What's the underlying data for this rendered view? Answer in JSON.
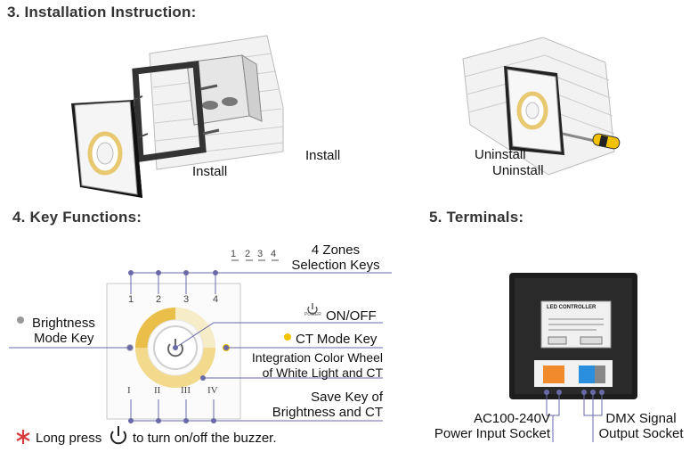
{
  "sections": {
    "installation": {
      "title": "3. Installation Instruction:"
    },
    "key_functions": {
      "title": "4. Key Functions:"
    },
    "terminals": {
      "title": "5. Terminals:"
    }
  },
  "installation": {
    "install_label_1": "Install",
    "install_label_2": "Install",
    "uninstall_label_1": "Uninstall",
    "uninstall_label_2": "Uninstall"
  },
  "keys": {
    "zone_numbers": [
      "1",
      "2",
      "3",
      "4"
    ],
    "roman_numbers": [
      "I",
      "II",
      "III",
      "IV"
    ],
    "zones_title_line1": "4 Zones",
    "zones_title_line2": "Selection Keys",
    "brightness_line1": "Brightness",
    "brightness_line2": "Mode Key",
    "power_word": "POWER",
    "on_off": "ON/OFF",
    "ct_mode": "CT Mode Key",
    "wheel_line1": "Integration Color Wheel",
    "wheel_line2": "of White Light and CT",
    "save_line1": "Save Key of",
    "save_line2": "Brightness and CT",
    "note_prefix": "Long press",
    "note_suffix": "to turn on/off the buzzer."
  },
  "terminals": {
    "controller_title": "LED CONTROLLER",
    "power_line1": "AC100-240V",
    "power_line2": "Power Input Socket",
    "dmx_line1": "DMX Signal",
    "dmx_line2": "Output Socket"
  }
}
